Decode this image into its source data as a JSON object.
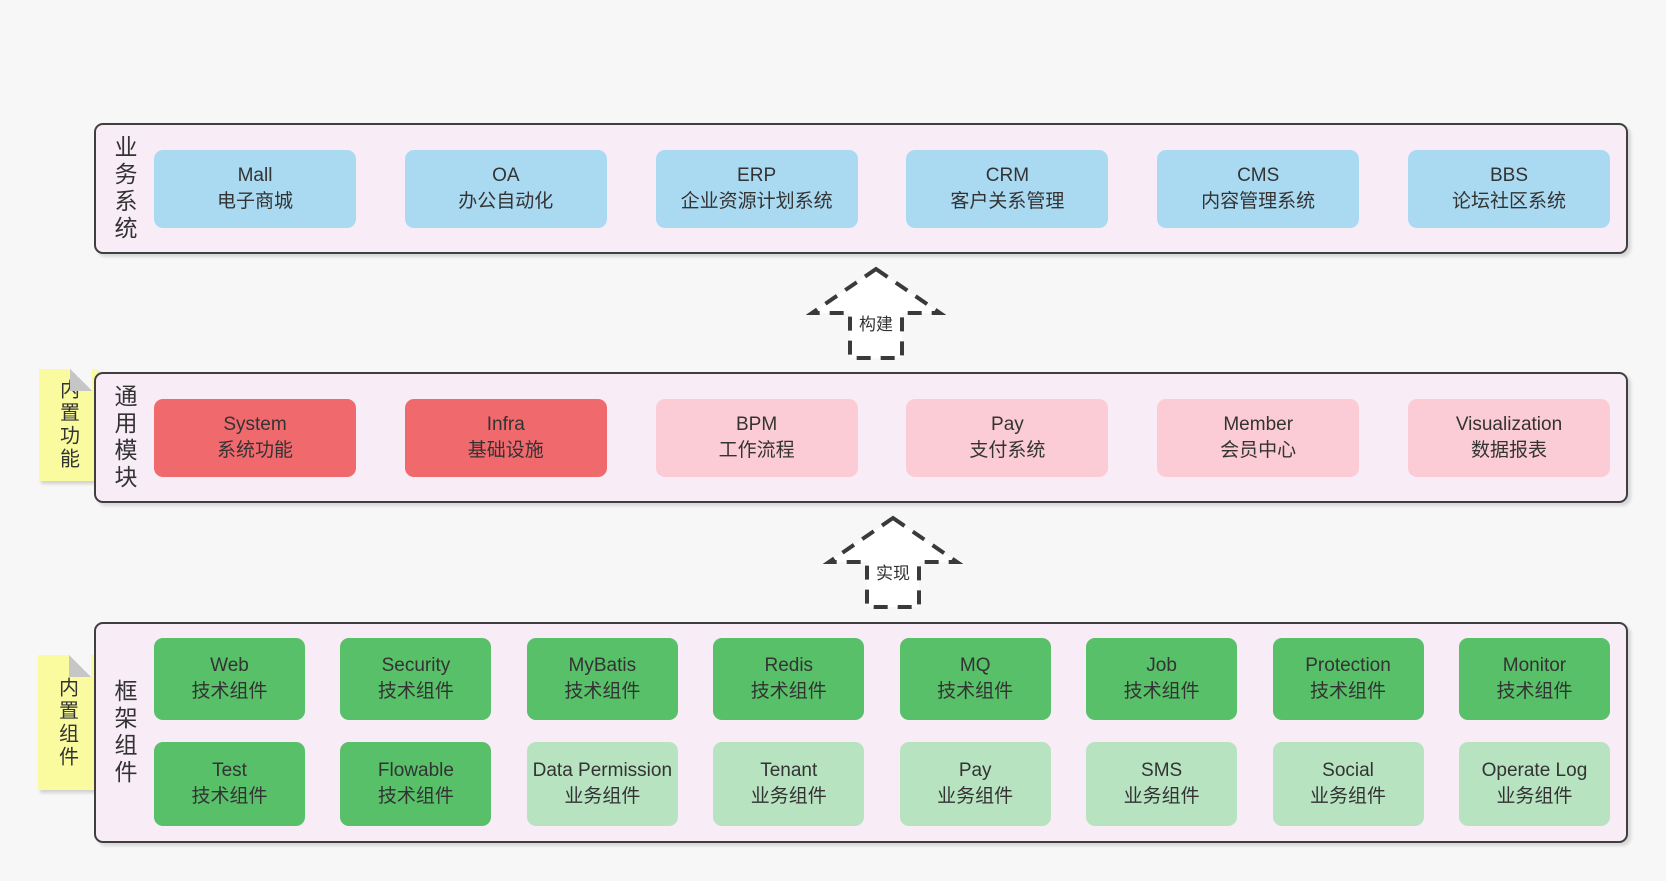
{
  "sections": {
    "business": {
      "label": "业务系统",
      "boxes": [
        {
          "title": "Mall",
          "subtitle": "电子商城"
        },
        {
          "title": "OA",
          "subtitle": "办公自动化"
        },
        {
          "title": "ERP",
          "subtitle": "企业资源计划系统"
        },
        {
          "title": "CRM",
          "subtitle": "客户关系管理"
        },
        {
          "title": "CMS",
          "subtitle": "内容管理系统"
        },
        {
          "title": "BBS",
          "subtitle": "论坛社区系统"
        }
      ]
    },
    "modules": {
      "label": "通用模块",
      "note": "内置功能",
      "boxes": [
        {
          "title": "System",
          "subtitle": "系统功能",
          "variant": "red"
        },
        {
          "title": "Infra",
          "subtitle": "基础设施",
          "variant": "red"
        },
        {
          "title": "BPM",
          "subtitle": "工作流程",
          "variant": "pink"
        },
        {
          "title": "Pay",
          "subtitle": "支付系统",
          "variant": "pink"
        },
        {
          "title": "Member",
          "subtitle": "会员中心",
          "variant": "pink"
        },
        {
          "title": "Visualization",
          "subtitle": "数据报表",
          "variant": "pink"
        }
      ]
    },
    "components": {
      "label": "框架组件",
      "note": "内置组件",
      "row1": [
        {
          "title": "Web",
          "subtitle": "技术组件",
          "variant": "green-dark"
        },
        {
          "title": "Security",
          "subtitle": "技术组件",
          "variant": "green-dark"
        },
        {
          "title": "MyBatis",
          "subtitle": "技术组件",
          "variant": "green-dark"
        },
        {
          "title": "Redis",
          "subtitle": "技术组件",
          "variant": "green-dark"
        },
        {
          "title": "MQ",
          "subtitle": "技术组件",
          "variant": "green-dark"
        },
        {
          "title": "Job",
          "subtitle": "技术组件",
          "variant": "green-dark"
        },
        {
          "title": "Protection",
          "subtitle": "技术组件",
          "variant": "green-dark"
        },
        {
          "title": "Monitor",
          "subtitle": "技术组件",
          "variant": "green-dark"
        }
      ],
      "row2": [
        {
          "title": "Test",
          "subtitle": "技术组件",
          "variant": "green-dark"
        },
        {
          "title": "Flowable",
          "subtitle": "技术组件",
          "variant": "green-dark"
        },
        {
          "title": "Data Permission",
          "subtitle": "业务组件",
          "variant": "green-light"
        },
        {
          "title": "Tenant",
          "subtitle": "业务组件",
          "variant": "green-light"
        },
        {
          "title": "Pay",
          "subtitle": "业务组件",
          "variant": "green-light"
        },
        {
          "title": "SMS",
          "subtitle": "业务组件",
          "variant": "green-light"
        },
        {
          "title": "Social",
          "subtitle": "业务组件",
          "variant": "green-light"
        },
        {
          "title": "Operate Log",
          "subtitle": "业务组件",
          "variant": "green-light"
        }
      ]
    }
  },
  "arrows": [
    {
      "label": "构建"
    },
    {
      "label": "实现"
    }
  ],
  "colors": {
    "page_bg": "#f7f7f7",
    "strip_bg": "#f8edf7",
    "border": "#3f3f3f",
    "text": "#333333",
    "blue": "#aadaf2",
    "red": "#f0696d",
    "pink": "#fbccd5",
    "green_dark": "#57c068",
    "green_light": "#b7e3c0",
    "note_yellow": "#fafb9f",
    "fold_gray": "#c6c6c6"
  }
}
